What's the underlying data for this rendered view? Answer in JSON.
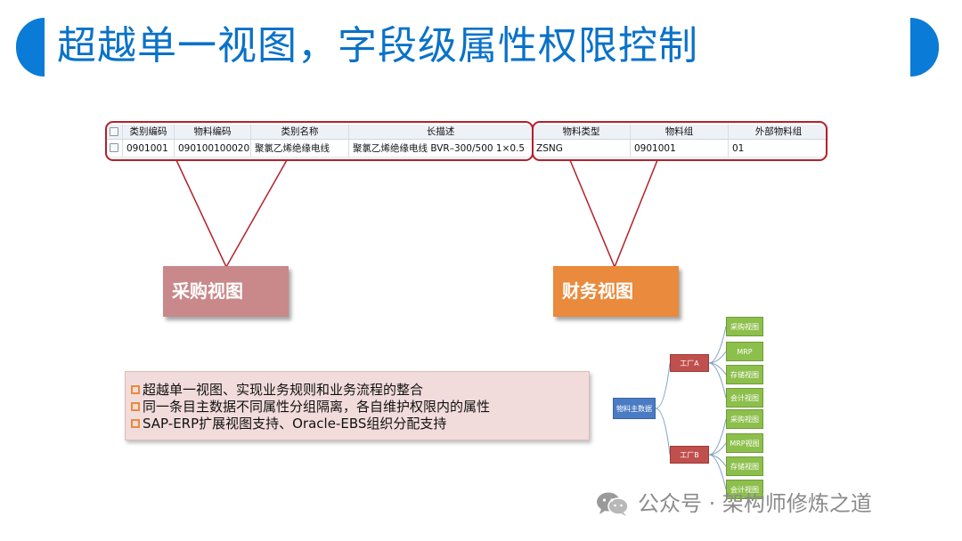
{
  "title": "超越单一视图，字段级属性权限控制",
  "table": {
    "headers": [
      "类别编码",
      "物料编码",
      "类别名称",
      "长描述",
      "物料类型",
      "物料组",
      "外部物料组"
    ],
    "row": [
      "0901001",
      "090100100020",
      "聚氯乙烯绝缘电线",
      "聚氯乙烯绝缘电线  BVR–300/500 1×0.5",
      "ZSNG",
      "0901001",
      "01"
    ]
  },
  "labels": {
    "purchase_view": "采购视图",
    "finance_view": "财务视图"
  },
  "bullets": [
    "超越单一视图、实现业务规则和业务流程的整合",
    "同一条目主数据不同属性分组隔离，各自维护权限内的属性",
    "SAP-ERP扩展视图支持、Oracle-EBS组织分配支持"
  ],
  "tree": {
    "root": "物料主数据",
    "plant_a": "工厂A",
    "plant_b": "工厂B",
    "plant_a_views": [
      "采购视图",
      "MRP",
      "存储视图",
      "会计视图"
    ],
    "plant_b_views": [
      "采购视图",
      "MRP视图",
      "存储视图",
      "会计视图"
    ]
  },
  "watermark": "公众号 · 架构师修炼之道",
  "colors": {
    "title": "#0a72c8",
    "accent_bar": "#0a7bd6",
    "highlight_border": "#b5202a",
    "purchase_label": "#c9888a",
    "finance_label": "#e98a3c",
    "root_node": "#4a7bc4",
    "plant_node": "#c0504d",
    "view_node": "#8dbf4c"
  }
}
